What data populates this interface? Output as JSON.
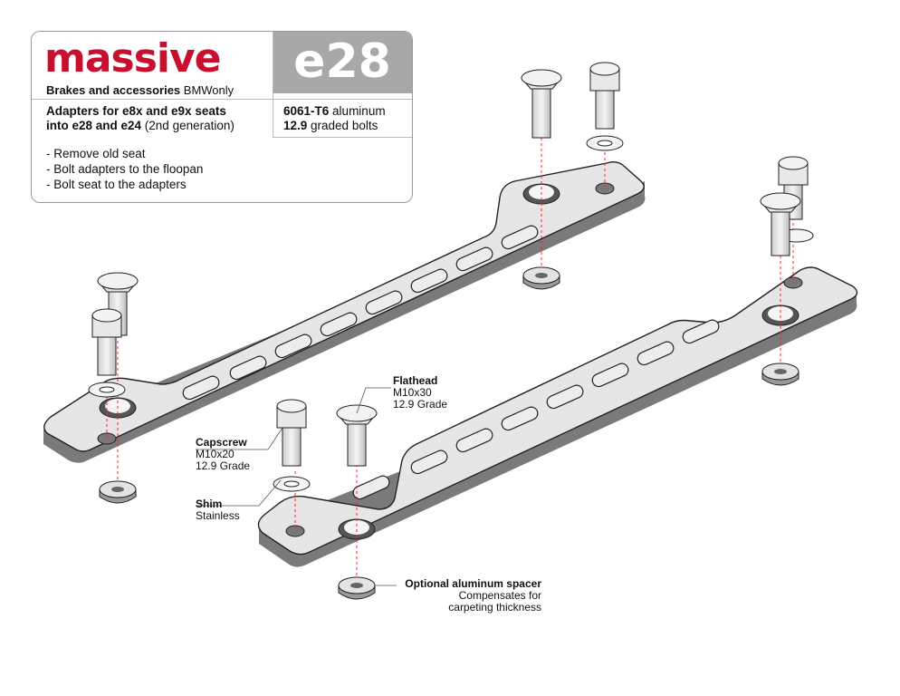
{
  "header": {
    "brand": "massive",
    "tagline_bold": "Brakes and accessories",
    "tagline_rest": " BMWonly",
    "model": "e28",
    "adapters_line1_bold": "Adapters for e8x and e9x seats",
    "adapters_line2_bold": "into e28 and e24",
    "adapters_line2_rest": " (2nd generation)",
    "spec1_bold": "6061-T6",
    "spec1_rest": " aluminum",
    "spec2_bold": "12.9",
    "spec2_rest": " graded bolts",
    "steps": [
      "- Remove old seat",
      "- Bolt adapters to the floopan",
      "- Bolt seat to the adapters"
    ]
  },
  "callouts": {
    "flathead": {
      "title": "Flathead",
      "size": "M10x30",
      "grade": "12.9 Grade"
    },
    "capscrew": {
      "title": "Capscrew",
      "size": "M10x20",
      "grade": "12.9 Grade"
    },
    "shim": {
      "title": "Shim",
      "material": "Stainless"
    },
    "spacer": {
      "title": "Optional aluminum spacer",
      "line1": "Compensates for",
      "line2": "carpeting thickness"
    }
  },
  "colors": {
    "brand": "#c8102e",
    "model_bg": "#a8a8a8",
    "plate": "#e6e6e6",
    "plate_side": "#7a7a7a",
    "guide": "#e0303a"
  }
}
